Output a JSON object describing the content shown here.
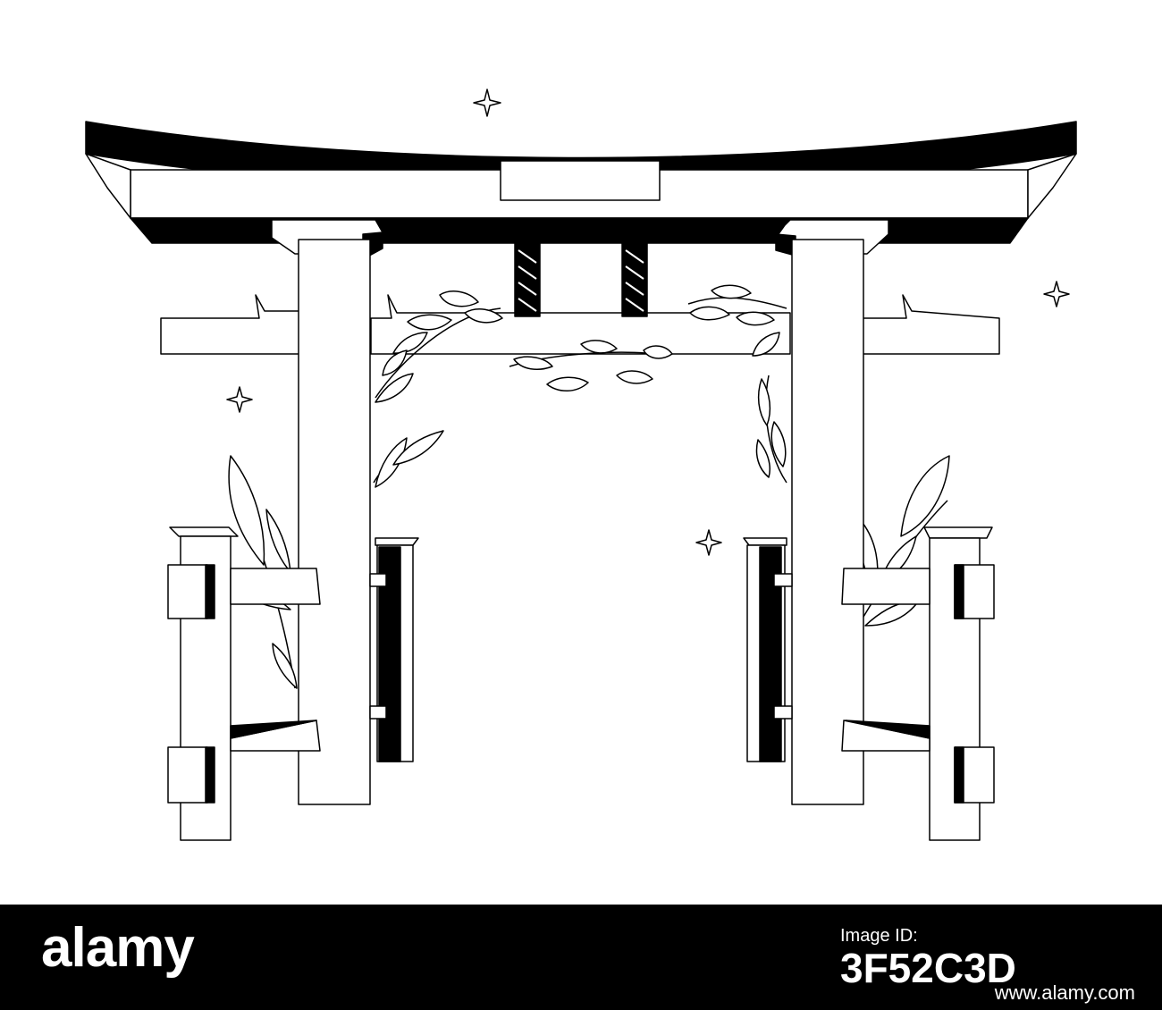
{
  "image": {
    "subject": "torii-gate",
    "style": "black-and-white line art",
    "colors": {
      "ink": "#000000",
      "paper": "#ffffff"
    }
  },
  "footer": {
    "brand": "alamy",
    "image_id_label": "Image ID:",
    "image_id": "3F52C3D",
    "site": "www.alamy.com"
  }
}
